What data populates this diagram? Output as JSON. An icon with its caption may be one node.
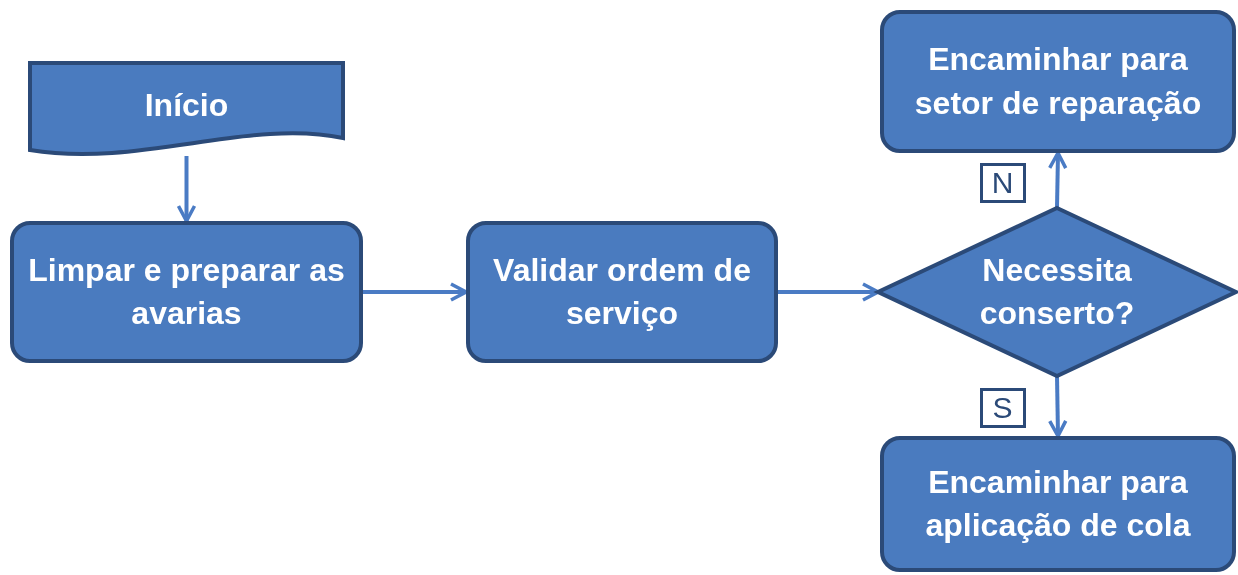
{
  "diagram": {
    "nodes": [
      {
        "text": [
          "Início"
        ]
      },
      {
        "text": [
          "Limpar e preparar as avarias"
        ]
      },
      {
        "text": [
          "Validar ordem de serviço"
        ]
      },
      {
        "text": [
          "Necessita conserto?"
        ]
      },
      {
        "text": [
          "Encaminhar para setor de reparação"
        ]
      },
      {
        "text": [
          "Encaminhar para aplicação de cola"
        ]
      }
    ],
    "edges": [
      {
        "from": 0,
        "to": 1,
        "arrow": "to"
      },
      {
        "from": 1,
        "to": 2,
        "arrow": "to"
      },
      {
        "from": 2,
        "to": 3,
        "arrow": "to"
      },
      {
        "from": 3,
        "to": 4,
        "arrow": "to",
        "label": "N"
      },
      {
        "from": 3,
        "to": 5,
        "arrow": "to",
        "label": "S"
      }
    ]
  }
}
